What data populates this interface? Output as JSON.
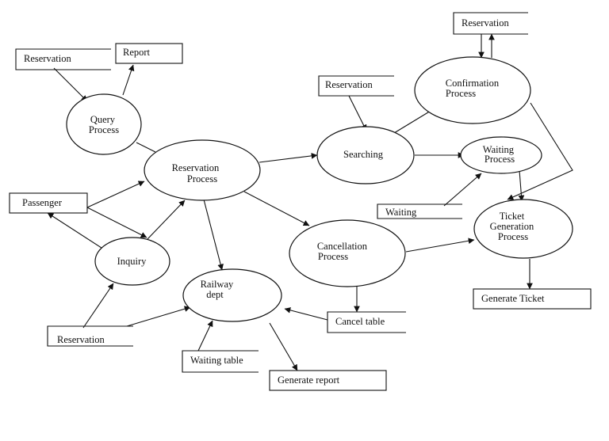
{
  "processes": {
    "query": [
      "Query",
      "Process"
    ],
    "reservation": [
      "Reservation",
      "Process"
    ],
    "searching": [
      "Searching"
    ],
    "confirmation": [
      "Confirmation",
      "Process"
    ],
    "waiting": [
      "Waiting",
      "Process"
    ],
    "ticket_generation": [
      "Ticket",
      "Generation",
      "Process"
    ],
    "cancellation": [
      "Cancellation",
      "Process"
    ],
    "inquiry": [
      "Inquiry"
    ],
    "railway_dept": [
      "Railway",
      "dept"
    ]
  },
  "stores": {
    "reservation_top_left": "Reservation",
    "report": "Report",
    "passenger": "Passenger",
    "reservation_search": "Reservation",
    "reservation_confirm": "Reservation",
    "waiting": "Waiting",
    "generate_ticket": "Generate Ticket",
    "cancel_table": "Cancel table",
    "reservation_bottom": "Reservation",
    "waiting_table": "Waiting table",
    "generate_report": "Generate report"
  }
}
